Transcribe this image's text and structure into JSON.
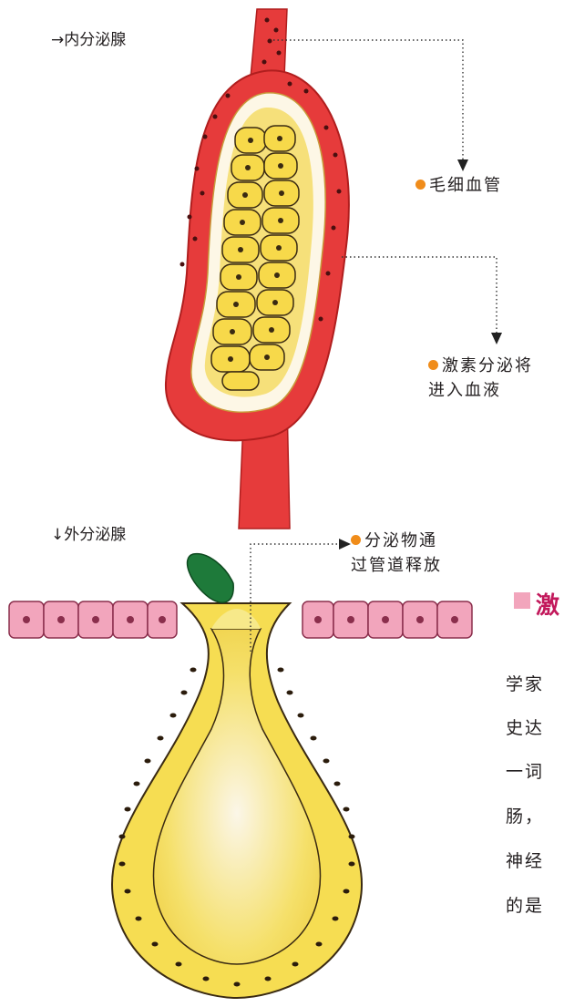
{
  "labels": {
    "endocrine": "→内分泌腺",
    "exocrine": "↓外分泌腺"
  },
  "callouts": {
    "capillary": "毛细血管",
    "hormone_line1": "激素分泌将",
    "hormone_line2": "进入血液",
    "secretion_line1": "分泌物通",
    "secretion_line2": "过管道释放"
  },
  "section": {
    "title": "激"
  },
  "body_lines": [
    "学家",
    "史达",
    "一词",
    "肠，",
    "神经",
    "的是"
  ],
  "colors": {
    "callout_dot": "#f08c1a",
    "vessel_red": "#e63b3b",
    "gland_yellow": "#f6e07a",
    "epithelium_pink": "#f2a5bc",
    "section_mark": "#f2a5bc",
    "droplet_green": "#1e7a3a"
  }
}
